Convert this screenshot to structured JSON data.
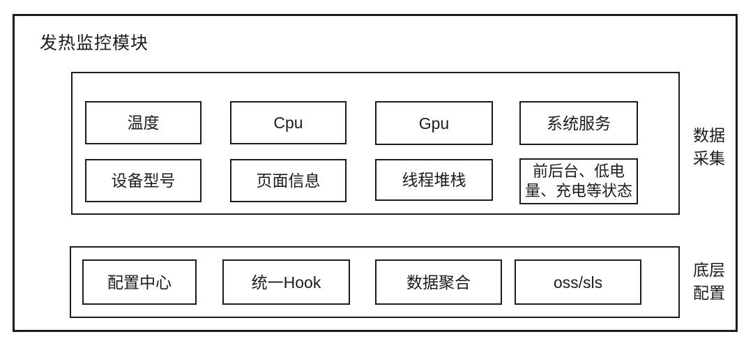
{
  "diagram": {
    "title": "发热监控模块",
    "collect_group": {
      "side_label": {
        "line1": "数据",
        "line2": "采集"
      },
      "row1": [
        "温度",
        "Cpu",
        "Gpu",
        "系统服务"
      ],
      "row2": [
        "设备型号",
        "页面信息",
        "线程堆栈"
      ],
      "status_box": {
        "line1": "前后台、低电",
        "line2": "量、充电等状态"
      }
    },
    "base_group": {
      "side_label": {
        "line1": "底层",
        "line2": "配置"
      },
      "row": [
        "配置中心",
        "统一Hook",
        "数据聚合",
        "oss/sls"
      ]
    },
    "colors": {
      "line": "#1c1c1c",
      "background": "#ffffff"
    }
  }
}
